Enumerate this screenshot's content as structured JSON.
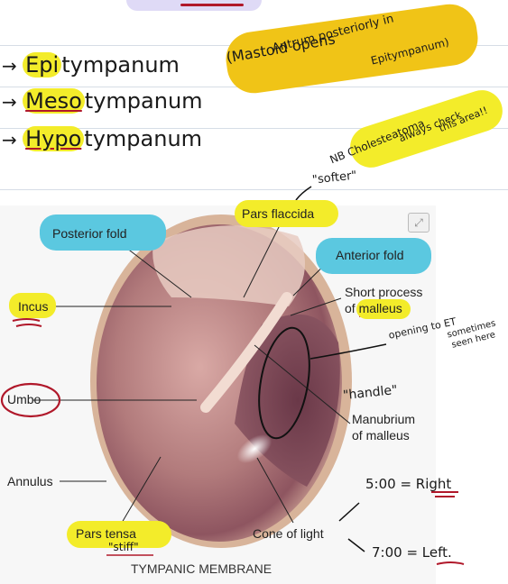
{
  "notes": {
    "line1": "-> Epi tympanum",
    "line1_prefix": "Epi",
    "line1_suffix": "tympanum",
    "line2_prefix": "Meso",
    "line2_suffix": "tympanum",
    "line3_prefix": "Hypo",
    "line3_suffix": "tympanum",
    "mastoid_note_1": "(Mastoid opens",
    "mastoid_note_2": "Antrum posteriorly in",
    "mastoid_note_3": "Epitympanum)",
    "nb_note_1": "NB Cholesteatoma",
    "nb_note_2": "always check",
    "nb_note_3": "this area!!",
    "softer": "\"softer\"",
    "opening_1": "opening to ET",
    "opening_2": "sometimes",
    "opening_3": "seen here",
    "handle": "\"handle\"",
    "stiff": "\"stiff\"",
    "time_right": "5:00 = Right",
    "time_left": "7:00 = Left."
  },
  "diagram": {
    "title": "TYMPANIC MEMBRANE",
    "labels": {
      "pars_flaccida": "Pars flaccida",
      "posterior_fold": "Posterior fold",
      "anterior_fold": "Anterior fold",
      "short_process_1": "Short process",
      "short_process_2": "of malleus",
      "incus": "Incus",
      "umbo": "Umbo",
      "manubrium_1": "Manubrium",
      "manubrium_2": "of malleus",
      "annulus": "Annulus",
      "pars_tensa": "Pars tensa",
      "cone_of_light": "Cone of light"
    }
  },
  "colors": {
    "highlight_yellow": "#f3ec2a",
    "highlight_cyan": "#5bc8e0",
    "ink_red": "#b0182a",
    "membrane": "#b07878"
  },
  "icons": {
    "expand": "expand-icon"
  }
}
